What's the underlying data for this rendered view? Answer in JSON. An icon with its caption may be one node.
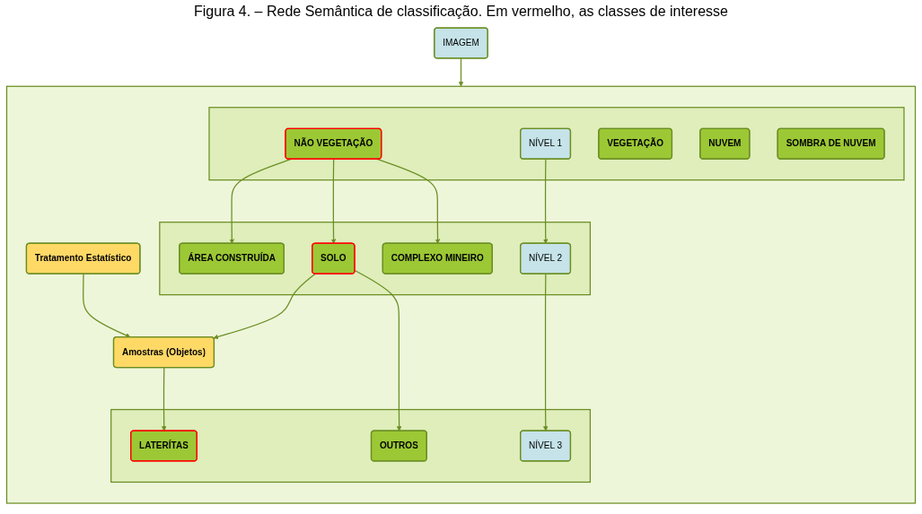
{
  "diagram": {
    "title": "Figura 4. – Rede Semântica de classificação. Em vermelho, as classes de interesse",
    "nodes": [
      {
        "text": [
          "IMAGEM"
        ]
      },
      {
        "text": [],
        "shape": "box"
      },
      {
        "text": [],
        "shape": "box",
        "in": 1
      },
      {
        "text": [
          "NÃO VEGETAÇÃO"
        ],
        "in": 2
      },
      {
        "text": [
          "VEGETAÇÃO"
        ],
        "in": 2
      },
      {
        "text": [
          "NUVEM"
        ],
        "in": 2
      },
      {
        "text": [
          "SOMBRA DE NUVEM"
        ],
        "in": 2
      },
      {
        "text": [
          "NÍVEL 1"
        ],
        "in": 2
      },
      {
        "text": [],
        "shape": "box",
        "in": 1
      },
      {
        "text": [
          "ÁREA CONSTRUÍDA"
        ],
        "in": 8
      },
      {
        "text": [
          "SOLO"
        ],
        "in": 8
      },
      {
        "text": [
          "COMPLEXO MINEIRO"
        ],
        "in": 8
      },
      {
        "text": [
          "NÍVEL 2"
        ],
        "in": 8
      },
      {
        "text": [
          "Amostras (Objetos)"
        ],
        "in": 1
      },
      {
        "text": [
          "Tratamento Estatístico"
        ],
        "in": 1
      },
      {
        "text": [],
        "shape": "box",
        "in": 1
      },
      {
        "text": [
          "LATERÍTAS"
        ],
        "in": 15
      },
      {
        "text": [
          "OUTROS"
        ],
        "in": 15
      },
      {
        "text": [
          "NÍVEL 3"
        ],
        "in": 15
      }
    ],
    "edges": [
      {
        "from": 0,
        "to": 1,
        "arrow": "to"
      },
      {
        "from": 3,
        "to": 9,
        "arrow": "to"
      },
      {
        "from": 3,
        "to": 10,
        "arrow": "to"
      },
      {
        "from": 3,
        "to": 11,
        "arrow": "to"
      },
      {
        "from": 7,
        "to": 12,
        "arrow": "to"
      },
      {
        "from": 10,
        "to": 13,
        "arrow": "to"
      },
      {
        "from": 10,
        "to": 17,
        "arrow": "to"
      },
      {
        "from": 14,
        "to": 13,
        "arrow": "to"
      },
      {
        "from": 13,
        "to": 16,
        "arrow": "to"
      },
      {
        "from": 12,
        "to": 18,
        "arrow": "to"
      }
    ]
  }
}
